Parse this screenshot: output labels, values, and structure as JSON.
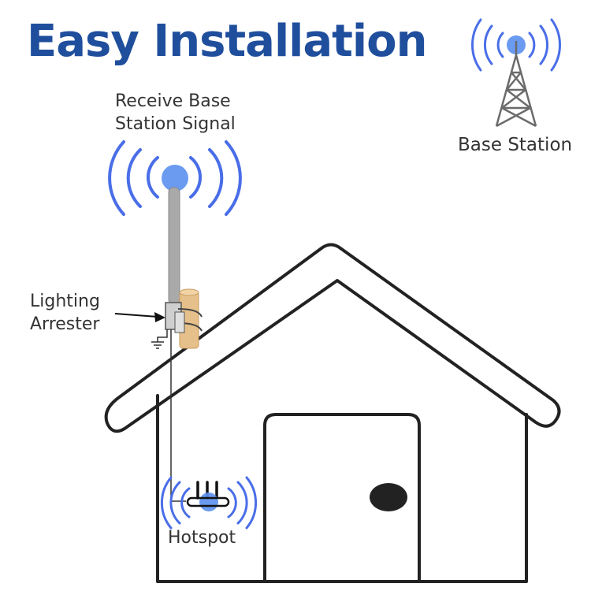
{
  "title": "Easy Installation",
  "labels": {
    "receive_line1": "Receive Base",
    "receive_line2": "Station Signal",
    "base_station": "Base Station",
    "arrester_line1": "Lighting",
    "arrester_line2": "Arrester",
    "hotspot": "Hotspot"
  },
  "colors": {
    "title": "#1f4e9c",
    "signal": "#4a6ee8",
    "signal_dot": "#5b8ff0",
    "outline": "#222222",
    "antenna": "#a9a9a9",
    "wood": "#e6c08a",
    "tower": "#6b6b6b"
  },
  "icons": {
    "tower": "cell-tower-icon",
    "antenna": "antenna-icon",
    "router": "wifi-router-icon",
    "ground": "ground-symbol-icon"
  }
}
